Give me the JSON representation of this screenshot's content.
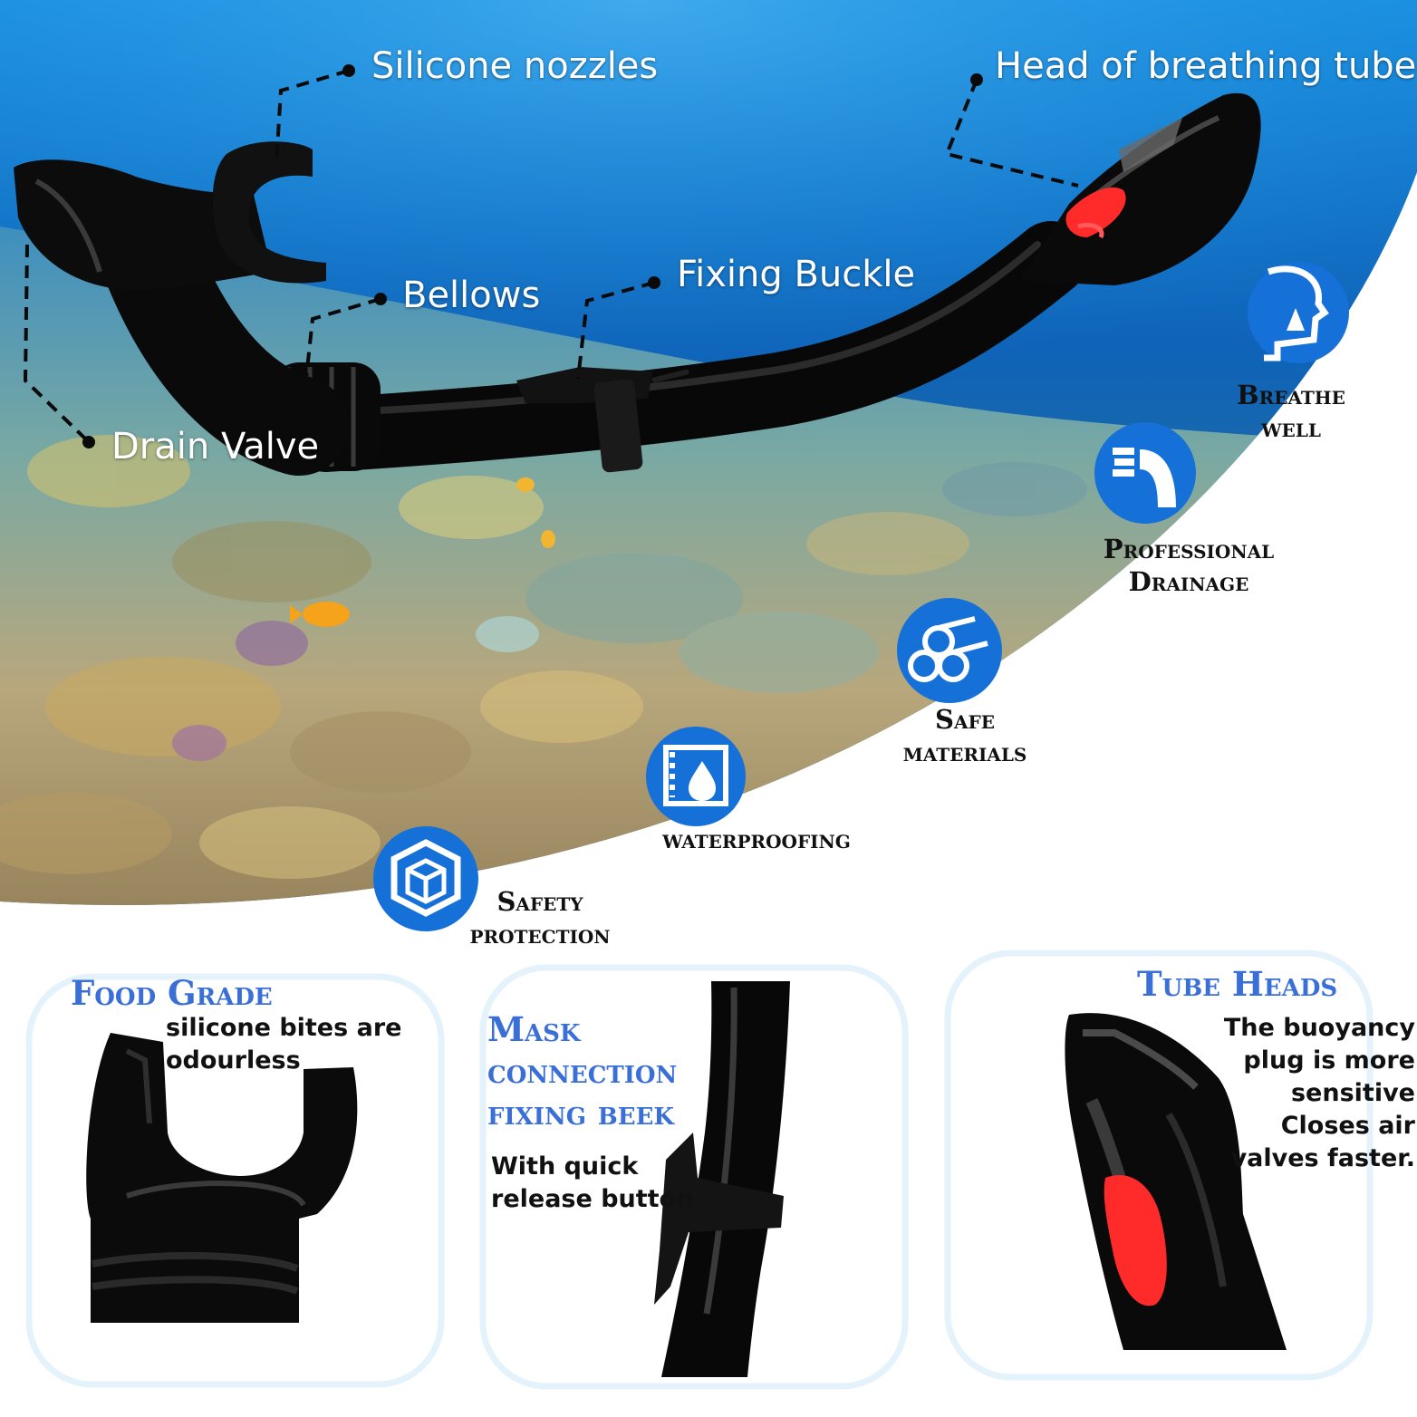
{
  "colors": {
    "ocean_top": "#1a8fe0",
    "ocean_mid": "#0f63b8",
    "reef_sand": "#c8b489",
    "icon_blue": "#1570d8",
    "title_blue": "#3a6fd8",
    "card_border": "#e4f2fb",
    "snorkel_black": "#0c0c0c",
    "valve_red": "#ff2a2a"
  },
  "callouts": {
    "silicone_nozzles": "Silicone nozzles",
    "head_of_breathing_tube": "Head of breathing tube",
    "fixing_buckle": "Fixing Buckle",
    "bellows": "Bellows",
    "drain_valve": "Drain Valve"
  },
  "features": [
    {
      "icon": "head-breathing-icon",
      "lines": [
        "Breathe",
        "well"
      ]
    },
    {
      "icon": "drain-pipe-icon",
      "lines": [
        "Professional",
        "Drainage"
      ]
    },
    {
      "icon": "material-rolls-icon",
      "lines": [
        "Safe",
        "materials"
      ]
    },
    {
      "icon": "waterproof-drop-icon",
      "lines": [
        "waterproofing"
      ]
    },
    {
      "icon": "shield-cube-icon",
      "lines": [
        "Safety",
        "protection"
      ]
    }
  ],
  "cards": [
    {
      "title": [
        "Food Grade"
      ],
      "text": [
        "silicone bites are",
        "odourless"
      ]
    },
    {
      "title": [
        "Mask",
        "connection",
        "fixing beek"
      ],
      "text": [
        "With quick",
        "release button"
      ]
    },
    {
      "title": [
        "Tube Heads"
      ],
      "text": [
        "The buoyancy",
        "plug is more",
        "sensitive",
        "Closes air",
        "valves faster."
      ]
    }
  ]
}
